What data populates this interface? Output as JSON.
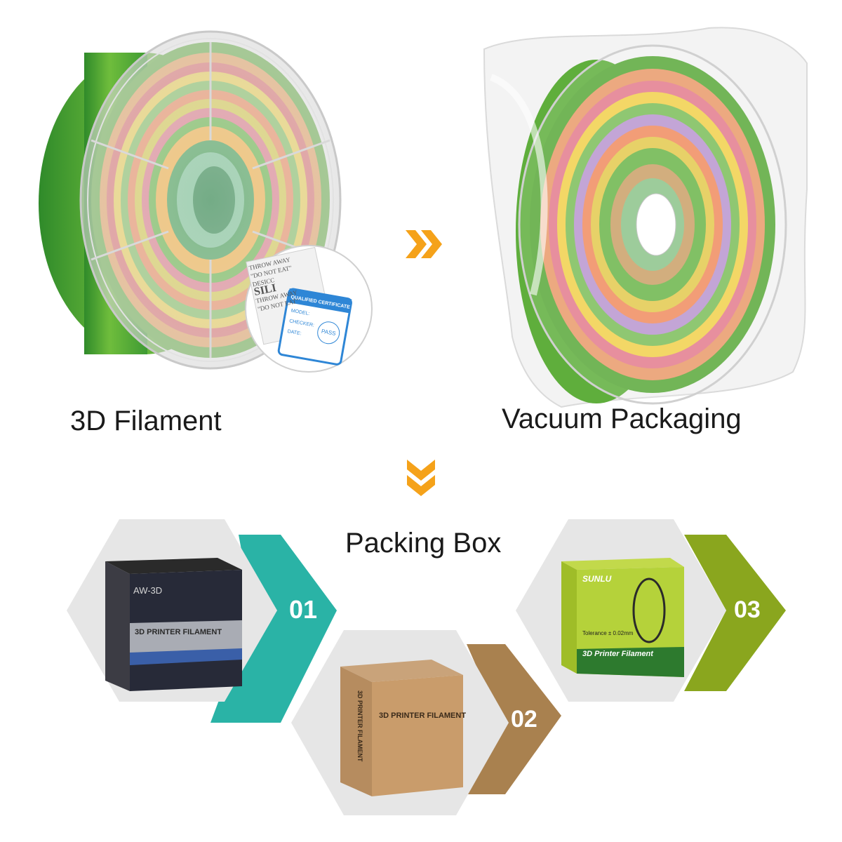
{
  "captions": {
    "filament": "3D Filament",
    "vacuum": "Vacuum Packaging",
    "packing_box": "Packing Box"
  },
  "steps": [
    {
      "number": "01",
      "color": "#2ab3a6"
    },
    {
      "number": "02",
      "color": "#a9814f"
    },
    {
      "number": "03",
      "color": "#8aa61e"
    }
  ],
  "desiccant": {
    "lines": [
      "THROW AWAY",
      "\"DO NOT EAT\"",
      "DESICC",
      "SILI",
      "THROW AWAY",
      "\"DO NOT EAT\""
    ]
  },
  "certificate": {
    "title": "QUALIFIED CERTIFICATE",
    "model": "MODEL:",
    "checker": "CHECKER:",
    "date": "DATE:",
    "stamp": "PASS"
  },
  "boxes": {
    "box1": {
      "brand": "AW-3D",
      "title": "3D PRINTER FILAMENT"
    },
    "box2": {
      "title": "3D PRINTER FILAMENT"
    },
    "box3": {
      "brand": "SUNLU",
      "tolerance": "Tolerance ± 0.02mm",
      "title": "3D Printer Filament"
    }
  },
  "colors": {
    "arrow": "#f5a21a",
    "hexagon": "#e6e6e6"
  }
}
